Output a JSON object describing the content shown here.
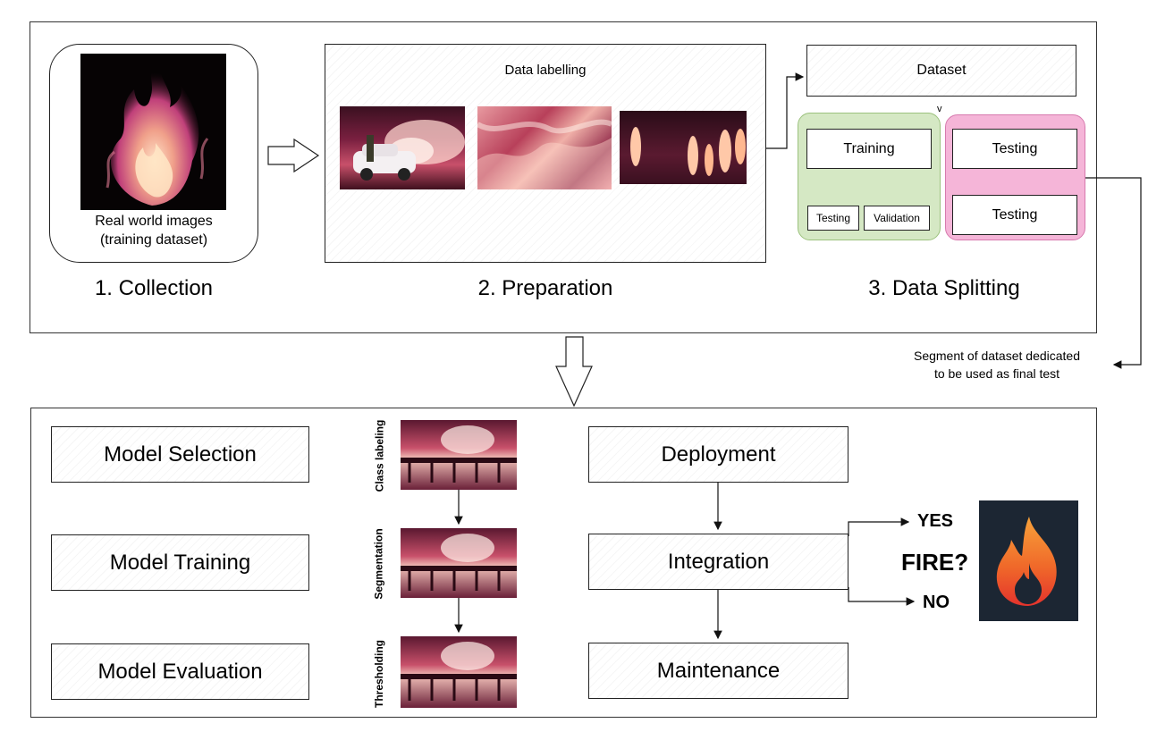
{
  "stages": {
    "collection": "1. Collection",
    "preparation": "2. Preparation",
    "splitting": "3. Data Splitting"
  },
  "collection": {
    "line1": "Real world images",
    "line2": "(training dataset)"
  },
  "preparation": {
    "title": "Data labelling"
  },
  "splitting": {
    "dataset": "Dataset",
    "v_marker": "v",
    "training": "Training",
    "testing_small": "Testing",
    "validation": "Validation",
    "testing_a": "Testing",
    "testing_b": "Testing",
    "note_line1": "Segment of dataset dedicated",
    "note_line2": "to be used as final test"
  },
  "model": {
    "selection": "Model Selection",
    "training": "Model Training",
    "evaluation": "Model Evaluation"
  },
  "processing": {
    "class_labeling": "Class labeling",
    "segmentation": "Segmentation",
    "thresholding": "Thresholding"
  },
  "ops": {
    "deployment": "Deployment",
    "integration": "Integration",
    "maintenance": "Maintenance"
  },
  "decision": {
    "question": "FIRE?",
    "yes": "YES",
    "no": "NO"
  },
  "colors": {
    "green_group": "#d5e8c4",
    "pink_group": "#f5b5d8",
    "fire_orange": "#f47b20",
    "fire_red": "#e8372a",
    "icon_bg": "#1c2633"
  },
  "icons": [
    "flame-icon"
  ]
}
